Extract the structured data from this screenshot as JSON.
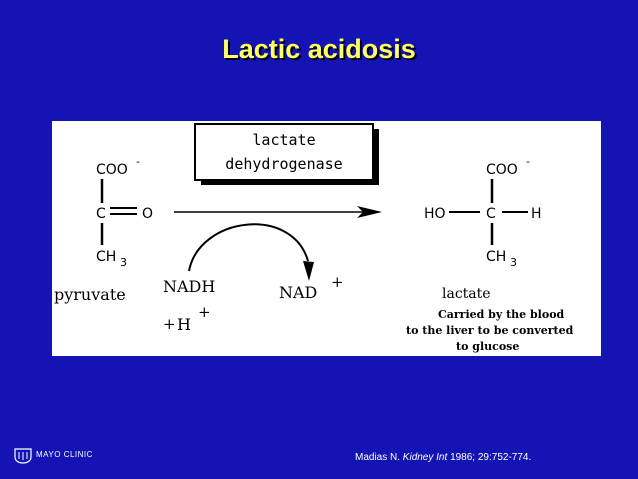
{
  "slide": {
    "title": "Lactic acidosis"
  },
  "diagram": {
    "enzyme_line1": "lactate",
    "enzyme_line2": "dehydrogenase",
    "pyruvate": {
      "carboxyl": "COO",
      "carboxyl_charge": "-",
      "carbon": "C",
      "oxygen": "O",
      "methyl": "CH",
      "methyl_subscript": "3",
      "name": "pyruvate"
    },
    "lactate": {
      "carboxyl": "COO",
      "carboxyl_charge": "-",
      "hydroxyl": "HO",
      "carbon": "C",
      "hydrogen": "H",
      "methyl": "CH",
      "methyl_subscript": "3",
      "name": "lactate"
    },
    "cofactor_in": "NADH",
    "proton_plus_left": "+",
    "proton": "H",
    "proton_plus_right": "+",
    "cofactor_out": "NAD",
    "cofactor_out_charge": "+",
    "fate_line1": "Carried by the blood",
    "fate_line2": "to the liver to be converted",
    "fate_line3": "to glucose"
  },
  "citation": {
    "author": "Madias N.",
    "journal": "Kidney Int",
    "ref": "1986; 29:752-774."
  },
  "logo": {
    "text": "MAYO CLINIC"
  },
  "colors": {
    "background": "#1414b4",
    "title": "#ffff66",
    "panel": "#ffffff",
    "ink": "#000000"
  }
}
